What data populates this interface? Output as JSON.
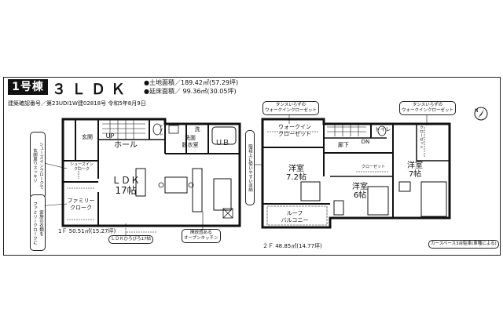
{
  "header": {
    "badge": "1号棟",
    "plan_type": "３ＬＤＫ",
    "land_area": "●土地面積／189.42㎡(57.29坪)",
    "floor_area": "●延床面積／ 99.36㎡(30.05坪)",
    "permit": "建築確認番号／第23UDI1W建02818号  令和5年8月9日"
  },
  "floor1": {
    "area": "1Ｆ 50.51㎡(15.27坪)",
    "rooms": {
      "entrance": "玄関",
      "hall": "ホール",
      "up": "UP",
      "toilet": "トイレ",
      "washroom": "洗面\n脱衣室",
      "laundry": "洗",
      "bath": "ＵＢ",
      "shoes_closet": "シューズイン\nクローク",
      "ldk": "ＬＤＫ\n17帖",
      "family_closet": "ファミリー\nクローク"
    },
    "callouts": {
      "shoes_left": "シューズインクロークで\n玄関周りスッキリ",
      "family_left": "家族の衣類を\nファミリークロークに",
      "ldk_bottom": "ＬＤＫひろびろ17帖",
      "kitchen": "開放感ある\nオープンキッチン"
    }
  },
  "floor2": {
    "area": "２Ｆ 48.85㎡(14.77坪)",
    "rooms": {
      "walkin": "ウォークイン\nクローゼット",
      "corridor": "廊下",
      "dn": "DN",
      "toilet": "トイレ",
      "closet_center": "クローゼット",
      "closet_right": "クローゼット",
      "western1": "洋室\n7.2帖",
      "western2": "洋室\n6帖",
      "western3": "洋室\n7帖",
      "roof_balcony": "ルーフ\nバルコニー"
    },
    "callouts": {
      "walkin_top": "タンスいらずの\nウォークインクローゼット",
      "right_top": "タンスいらずの\nウォークインクローゼット",
      "stairs_note": "階段上に使いやすい収納",
      "carspace": "カースペース3台駐車(車種による)"
    }
  },
  "compass_label": "N"
}
